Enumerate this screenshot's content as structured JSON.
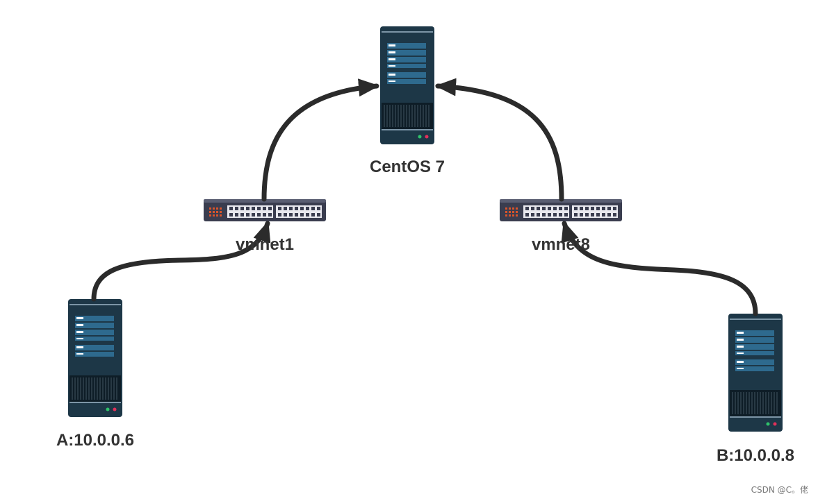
{
  "nodes": {
    "centos": {
      "label": "CentOS 7"
    },
    "switch1": {
      "label": "vmnet1"
    },
    "switch2": {
      "label": "vmnet8"
    },
    "host_a": {
      "label": "A:10.0.0.6"
    },
    "host_b": {
      "label": "B:10.0.0.8"
    }
  },
  "edges": [
    {
      "from": "host_a",
      "to": "switch1"
    },
    {
      "from": "switch1",
      "to": "centos"
    },
    {
      "from": "host_b",
      "to": "switch2"
    },
    {
      "from": "switch2",
      "to": "centos"
    }
  ],
  "icons": {
    "server": "server-icon",
    "switch": "network-switch-icon",
    "arrow": "arrowhead-icon"
  },
  "colors": {
    "server_body": "#1d3747",
    "server_bay": "#2e6a8e",
    "switch_body": "#3a3d4f",
    "switch_port": "#e8e8ee",
    "switch_led": "#d9542b",
    "edge": "#2b2b2b",
    "led_green": "#2fc26b",
    "led_red": "#e2305a"
  },
  "watermark": "CSDN @C。佬"
}
